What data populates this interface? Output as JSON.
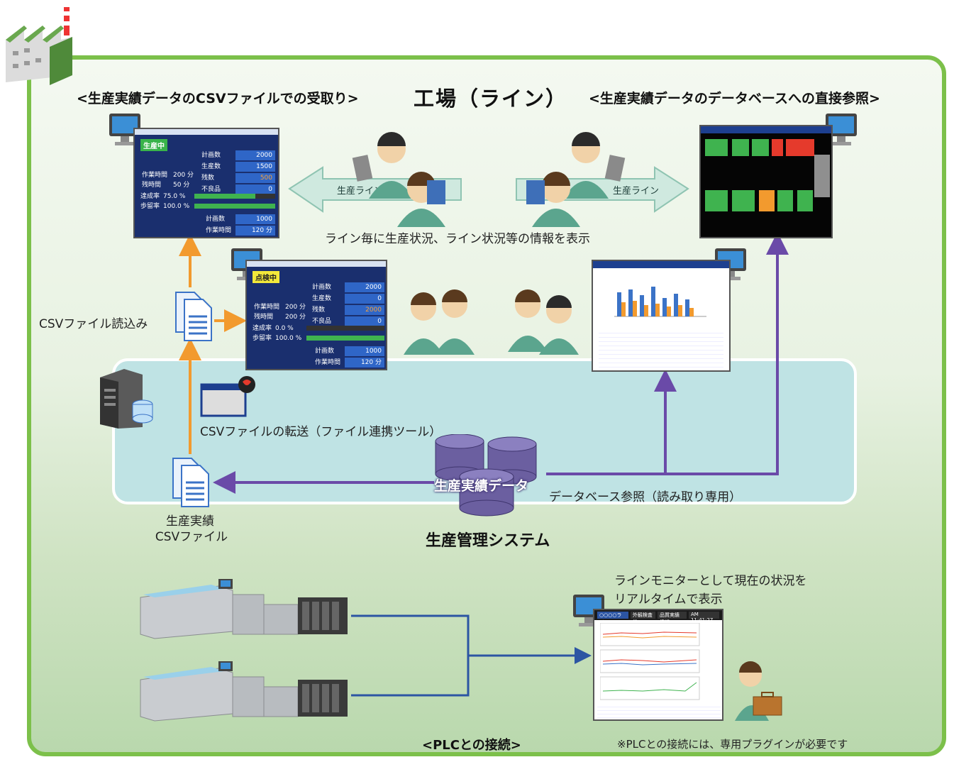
{
  "titles": {
    "main": "工場（ライン）",
    "left": "<生産実績データのCSVファイルでの受取り>",
    "right": "<生産実績データのデータベースへの直接参照>",
    "system": "生産管理システム",
    "plc": "<PLCとの接続>"
  },
  "labels": {
    "line_left": "生産ライン",
    "line_right": "生産ライン",
    "line_display": "ライン毎に生産状況、ライン状況等の情報を表示",
    "csv_read": "CSVファイル読込み",
    "csv_transfer": "CSVファイルの転送（ファイル連携ツール）",
    "csv_file_line1": "生産実績",
    "csv_file_line2": "CSVファイル",
    "db_name": "生産実績データ",
    "db_ref": "データベース参照（読み取り専用）",
    "monitor_line1": "ラインモニターとして現在の状況を",
    "monitor_line2": "リアルタイムで表示",
    "plugin_note": "※PLCとの接続には、専用プラグインが必要です"
  },
  "screen1": {
    "status": "生産中",
    "rows": [
      {
        "label": "計画数",
        "value": "2000"
      },
      {
        "label": "生産数",
        "value": "1500"
      },
      {
        "label": "残数",
        "value": "500"
      },
      {
        "label": "不良品",
        "value": "0"
      }
    ],
    "left_rows": [
      {
        "label": "作業時間",
        "value": "200 分"
      },
      {
        "label": "残時間",
        "value": "50 分"
      }
    ],
    "rates": [
      {
        "label": "達成率",
        "value": "75.0 %",
        "fill": 0.75
      },
      {
        "label": "歩留率",
        "value": "100.0 %",
        "fill": 1.0
      }
    ],
    "bottom": [
      {
        "label": "計画数",
        "value": "1000"
      },
      {
        "label": "作業時間",
        "value": "120 分"
      }
    ]
  },
  "screen2": {
    "status": "点検中",
    "rows": [
      {
        "label": "計画数",
        "value": "2000"
      },
      {
        "label": "生産数",
        "value": "0"
      },
      {
        "label": "残数",
        "value": "2000"
      },
      {
        "label": "不良品",
        "value": "0"
      }
    ],
    "left_rows": [
      {
        "label": "作業時間",
        "value": "200 分"
      },
      {
        "label": "残時間",
        "value": "200 分"
      }
    ],
    "rates": [
      {
        "label": "達成率",
        "value": "0.0 %",
        "fill": 0.0
      },
      {
        "label": "歩留率",
        "value": "100.0 %",
        "fill": 1.0
      }
    ],
    "bottom": [
      {
        "label": "計画数",
        "value": "1000"
      },
      {
        "label": "作業時間",
        "value": "120 分"
      }
    ]
  },
  "monitor_screen": {
    "tabs": [
      "○○○○ライン",
      "外観検査機",
      "品質実績情報",
      "AM 11:41:27"
    ]
  },
  "colors": {
    "frame": "#7cc04a",
    "orange_arrow": "#f29a2e",
    "purple_arrow": "#6a4aa8",
    "blue_line": "#2c55a3",
    "teal_arrow": "#bfe2d8"
  }
}
